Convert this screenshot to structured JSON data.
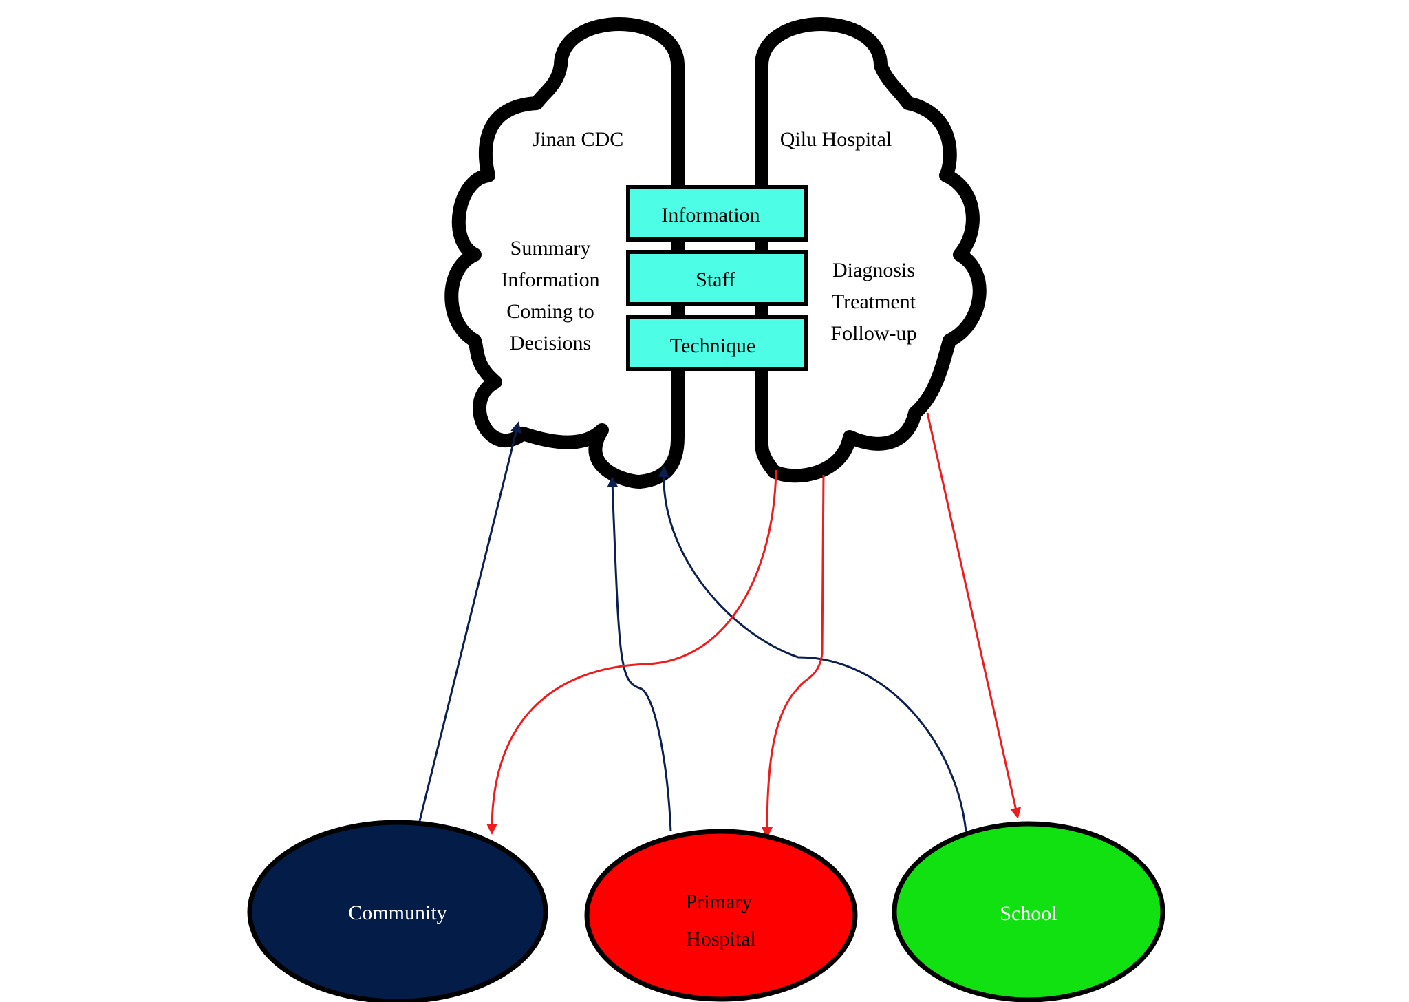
{
  "left_cloud": {
    "title": "Jinan CDC",
    "lines": [
      "Summary",
      "Information",
      "Coming to",
      "Decisions"
    ]
  },
  "right_cloud": {
    "title": "Qilu Hospital",
    "lines": [
      "Diagnosis",
      "Treatment",
      "Follow-up"
    ]
  },
  "bridges": [
    "Information",
    "Staff",
    "Technique"
  ],
  "nodes": [
    {
      "label_lines": [
        "Community"
      ],
      "fill": "#041c48",
      "text_color": "#ffffff"
    },
    {
      "label_lines": [
        "Primary",
        "Hospital"
      ],
      "fill": "#ff0000",
      "text_color": "#000000"
    },
    {
      "label_lines": [
        "School"
      ],
      "fill": "#11e011",
      "text_color": "#ffffff"
    }
  ],
  "colors": {
    "bridge_fill": "#4dfde6",
    "report_arrow": "#0c1f50",
    "feedback_arrow": "#ee1c1c",
    "outline": "#000000"
  }
}
